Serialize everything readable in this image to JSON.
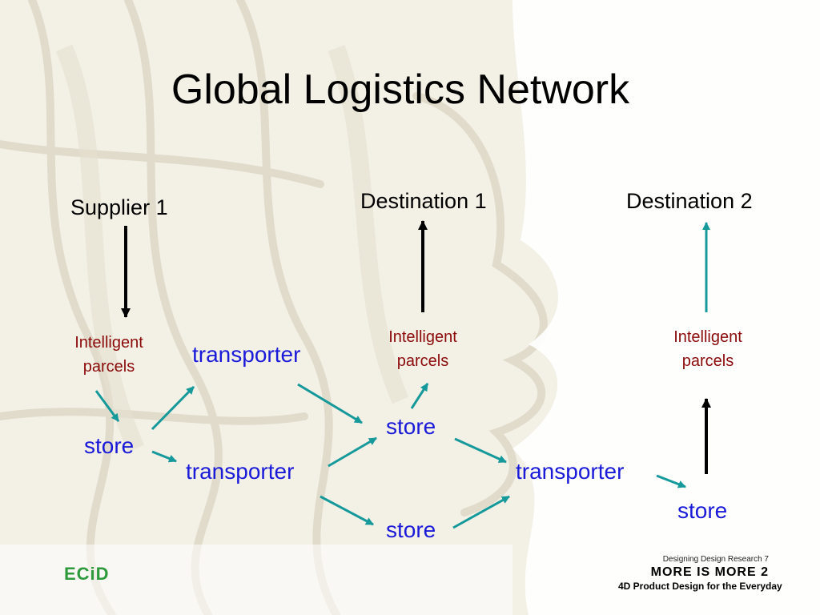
{
  "title": "Global Logistics Network",
  "nodes": {
    "supplier_1": "Supplier 1",
    "destination_1": "Destination 1",
    "destination_2": "Destination 2",
    "parcels_1": {
      "line1": "Intelligent",
      "line2": "parcels"
    },
    "parcels_2": {
      "line1": "Intelligent",
      "line2": "parcels"
    },
    "parcels_3": {
      "line1": "Intelligent",
      "line2": "parcels"
    },
    "transporter_top": "transporter",
    "transporter_mid": "transporter",
    "transporter_right": "transporter",
    "store_left": "store",
    "store_center": "store",
    "store_bottom": "store",
    "store_right": "store"
  },
  "colors": {
    "teal_arrow": "#15999a",
    "black_arrow": "#000000",
    "blue_text": "#1a1ad9",
    "red_text": "#8b0a0a",
    "footer_green": "#2e9a3c"
  },
  "footer": {
    "left_logo": "ECiD",
    "series": "Designing Design Research 7",
    "brand": "MORE IS MORE 2",
    "tagline": "4D Product Design for the Everyday"
  }
}
